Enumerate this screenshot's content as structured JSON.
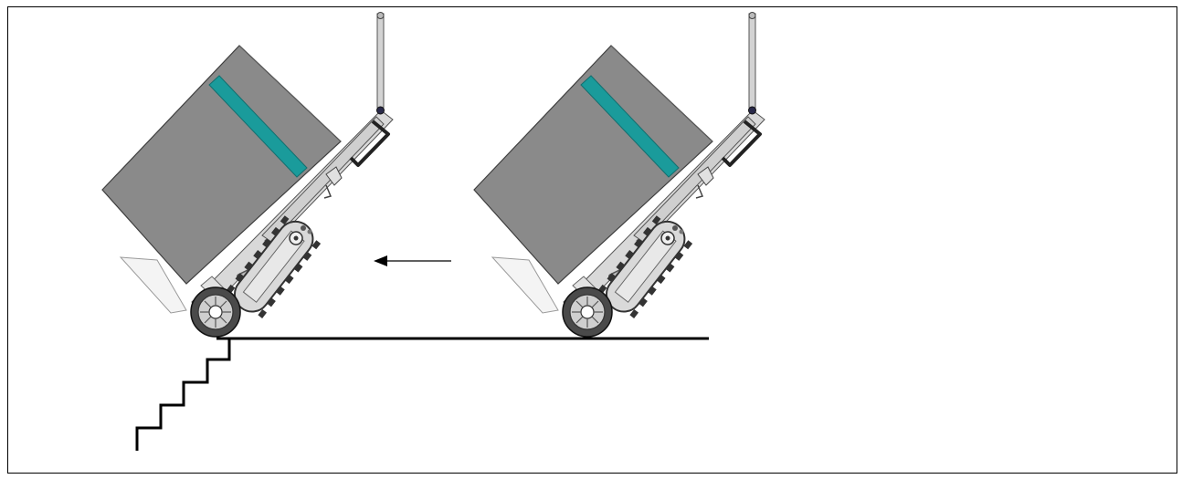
{
  "diagram": {
    "title": "",
    "labels": [],
    "figures": [
      {
        "name": "stair-climber-at-stair-edge",
        "state": "at top of stairs"
      },
      {
        "name": "stair-climber-on-landing",
        "state": "on landing"
      }
    ],
    "motion_direction": "left",
    "colors": {
      "load_box": "#8a8a8a",
      "load_box_dark": "#6f6f6f",
      "strap": "#1a9b9b",
      "frame_metal": "#d9d9d9",
      "frame_outline": "#555555",
      "wheel_tire": "#4a4a4a",
      "wheel_hub": "#cfcfcf",
      "track": "#3a3a3a",
      "line": "#000000"
    }
  }
}
